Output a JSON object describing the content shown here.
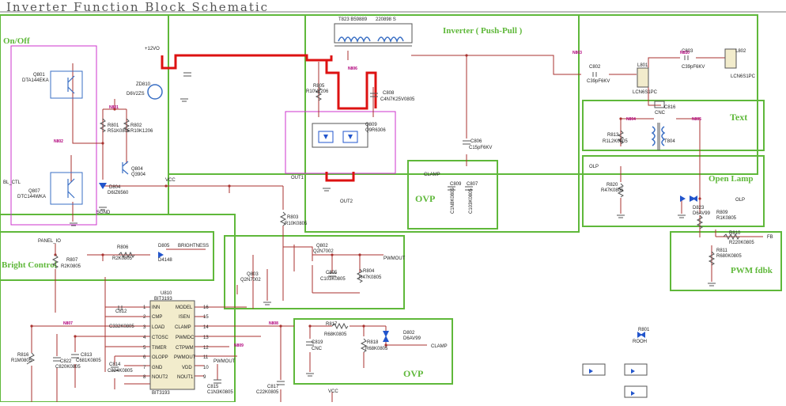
{
  "title": "Inverter Function Block Schematic",
  "blocks": {
    "on_off": "On/Off",
    "inverter": "Inverter ( Push-Pull )",
    "text": "Text",
    "open_lamp": "Open Lamp",
    "pwm_fdbk": "PWM fdbk",
    "ovp1": "OVP",
    "ovp2": "OVP",
    "bright_control": "Bright Control"
  },
  "labels": {
    "v12": "+12VO",
    "bl_ctl": "BL_CTL",
    "vcc": "VCC",
    "vcc2": "VCC",
    "panel_io": "PANEL_IO",
    "brightness": "BRIGHTNESS",
    "clamp": "CLAMP",
    "clamp2": "CLAMP",
    "out1": "OUT1",
    "out2": "OUT2",
    "olp": "OLP",
    "olp2": "OLP",
    "pwmout": "PWMOUT",
    "pwmout2": "PWMOUT",
    "fb": "FB",
    "sgnd": "SGND",
    "transformer": "T823 B59889",
    "transformer2": "220898 S",
    "ic": "BIT3193",
    "ic_ref": "U810",
    "ic_part": "BIT3193"
  },
  "ic_pins_left": [
    "INN",
    "CMP",
    "LOAD",
    "CTOSC",
    "TIMER",
    "OLOPP",
    "GND",
    "NOUT2"
  ],
  "ic_pins_right": [
    "MODEL",
    "ISEN",
    "CLAMP",
    "PWMDC",
    "CTPWM",
    "PWMOUT",
    "VDD",
    "NOUT1"
  ],
  "ic_pin_nums_left": [
    "1",
    "2",
    "3",
    "4",
    "5",
    "6",
    "7",
    "8"
  ],
  "ic_pin_nums_right": [
    "16",
    "15",
    "14",
    "13",
    "12",
    "11",
    "10",
    "9"
  ],
  "components": [
    {
      "ref": "Q801",
      "val": "DTA144EKA"
    },
    {
      "ref": "Q807",
      "val": "DTC144WKA"
    },
    {
      "ref": "ZD810",
      "val": "D6V2ZS"
    },
    {
      "ref": "R801",
      "val": "R51K0805"
    },
    {
      "ref": "R802",
      "val": "R10K1206"
    },
    {
      "ref": "D804",
      "val": "D6IZ6560"
    },
    {
      "ref": "Q804",
      "val": "Q3904"
    },
    {
      "ref": "R805",
      "val": "R10V1206"
    },
    {
      "ref": "C808",
      "val": "C4N7K25V0805"
    },
    {
      "ref": "Q809",
      "val": "Q9R6306"
    },
    {
      "ref": "C806",
      "val": "C15pF6KV"
    },
    {
      "ref": "C802",
      "val": "C39pF6KV"
    },
    {
      "ref": "C803",
      "val": "C39pF6KV"
    },
    {
      "ref": "L801",
      "val": "LCN6S1PC"
    },
    {
      "ref": "L802",
      "val": "LCN6S1PC"
    },
    {
      "ref": "R813",
      "val": "R1L2K0805"
    },
    {
      "ref": "R820",
      "val": "R47K0805"
    },
    {
      "ref": "D823",
      "val": "D6AV99"
    },
    {
      "ref": "R809",
      "val": "R1K0805"
    },
    {
      "ref": "R810",
      "val": "R220K0805"
    },
    {
      "ref": "R811",
      "val": "R680K0805"
    },
    {
      "ref": "C809",
      "val": "C1N8K0805"
    },
    {
      "ref": "C807",
      "val": "C103K0805"
    },
    {
      "ref": "R803",
      "val": "R10K0805"
    },
    {
      "ref": "Q802",
      "val": "Q2N7002"
    },
    {
      "ref": "Q803",
      "val": "Q2N7002"
    },
    {
      "ref": "C805",
      "val": "C103K0805"
    },
    {
      "ref": "R804",
      "val": "R47K0805"
    },
    {
      "ref": "R806",
      "val": "R2K0805"
    },
    {
      "ref": "D805",
      "val": "D4148"
    },
    {
      "ref": "R807",
      "val": "R2K0805"
    },
    {
      "ref": "C812",
      "val": "C332K0805"
    },
    {
      "ref": "R816",
      "val": "R1M0805"
    },
    {
      "ref": "C822",
      "val": "C820K0805"
    },
    {
      "ref": "C813",
      "val": "C681K0805"
    },
    {
      "ref": "C814",
      "val": "C324K0805"
    },
    {
      "ref": "R817",
      "val": "R68K0805"
    },
    {
      "ref": "C819",
      "val": "CNC"
    },
    {
      "ref": "R818",
      "val": "R68K0805"
    },
    {
      "ref": "D802",
      "val": "D6AV99"
    },
    {
      "ref": "C815",
      "val": "C1N3K0805"
    },
    {
      "ref": "C817",
      "val": "C22K0805"
    },
    {
      "ref": "C816",
      "val": "CNC"
    },
    {
      "ref": "T804",
      "val": "T"
    },
    {
      "ref": "R801",
      "val": "ROOH"
    }
  ],
  "net_names": [
    "N801",
    "N802",
    "N803",
    "N804",
    "N805",
    "N806",
    "N807",
    "N808",
    "N809",
    "N810"
  ],
  "colors": {
    "block": "#5fb83a",
    "onoff": "#cc33cc",
    "hot": "#dd1111",
    "wire": "#a9322f",
    "net": "#b0007a",
    "ic_fill": "#f2eccc"
  }
}
